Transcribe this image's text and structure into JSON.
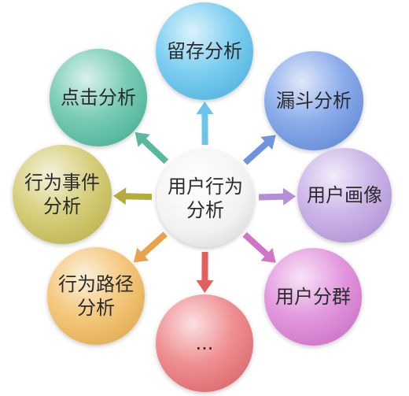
{
  "center": {
    "lines": [
      "用户行为",
      "分析"
    ]
  },
  "nodes": [
    {
      "id": "retention",
      "lines": [
        "留存分析"
      ],
      "color": "#5ec3ee"
    },
    {
      "id": "funnel",
      "lines": [
        "漏斗分析"
      ],
      "color": "#6f98e6"
    },
    {
      "id": "portrait",
      "lines": [
        "用户画像"
      ],
      "color": "#bfa2e4"
    },
    {
      "id": "segment",
      "lines": [
        "用户分群"
      ],
      "color": "#dc7fd6"
    },
    {
      "id": "more",
      "lines": [
        "..."
      ],
      "color": "#eb7478"
    },
    {
      "id": "path",
      "lines": [
        "行为路径",
        "分析"
      ],
      "color": "#f1ba5c"
    },
    {
      "id": "event",
      "lines": [
        "行为事件",
        "分析"
      ],
      "color": "#cdc35c"
    },
    {
      "id": "click",
      "lines": [
        "点击分析"
      ],
      "color": "#58bfa4"
    }
  ],
  "arrow_colors": {
    "retention": "#6cc4ea",
    "funnel": "#6e93e0",
    "portrait": "#b48ed8",
    "segment": "#d273c8",
    "more": "#e35e5e",
    "path": "#e9a14d",
    "event": "#b4ac3e",
    "click": "#5bb8a0"
  }
}
